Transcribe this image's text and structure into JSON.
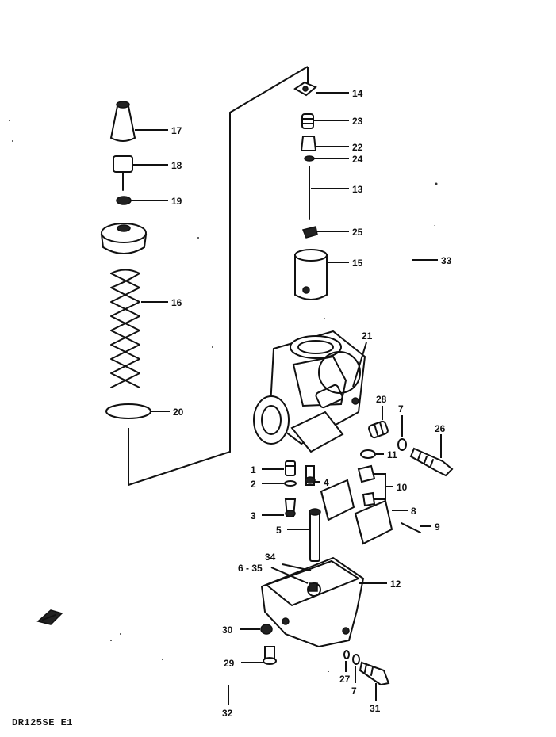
{
  "diagram": {
    "model_code": "DR125SE E1",
    "callouts": [
      {
        "id": "14",
        "label": "14"
      },
      {
        "id": "23",
        "label": "23"
      },
      {
        "id": "22",
        "label": "22"
      },
      {
        "id": "24",
        "label": "24"
      },
      {
        "id": "13",
        "label": "13"
      },
      {
        "id": "25",
        "label": "25"
      },
      {
        "id": "15",
        "label": "15"
      },
      {
        "id": "33",
        "label": "33"
      },
      {
        "id": "17",
        "label": "17"
      },
      {
        "id": "18",
        "label": "18"
      },
      {
        "id": "19",
        "label": "19"
      },
      {
        "id": "16",
        "label": "16"
      },
      {
        "id": "20",
        "label": "20"
      },
      {
        "id": "21",
        "label": "21"
      },
      {
        "id": "28",
        "label": "28"
      },
      {
        "id": "7a",
        "label": "7"
      },
      {
        "id": "26",
        "label": "26"
      },
      {
        "id": "11",
        "label": "11"
      },
      {
        "id": "1",
        "label": "1"
      },
      {
        "id": "2",
        "label": "2"
      },
      {
        "id": "4",
        "label": "4"
      },
      {
        "id": "10",
        "label": "10"
      },
      {
        "id": "3",
        "label": "3"
      },
      {
        "id": "8",
        "label": "8"
      },
      {
        "id": "9",
        "label": "9"
      },
      {
        "id": "5",
        "label": "5"
      },
      {
        "id": "34",
        "label": "34"
      },
      {
        "id": "6-35",
        "label": "6 - 35"
      },
      {
        "id": "12",
        "label": "12"
      },
      {
        "id": "30",
        "label": "30"
      },
      {
        "id": "29",
        "label": "29"
      },
      {
        "id": "27",
        "label": "27"
      },
      {
        "id": "7b",
        "label": "7"
      },
      {
        "id": "32",
        "label": "32"
      },
      {
        "id": "31",
        "label": "31"
      }
    ]
  }
}
